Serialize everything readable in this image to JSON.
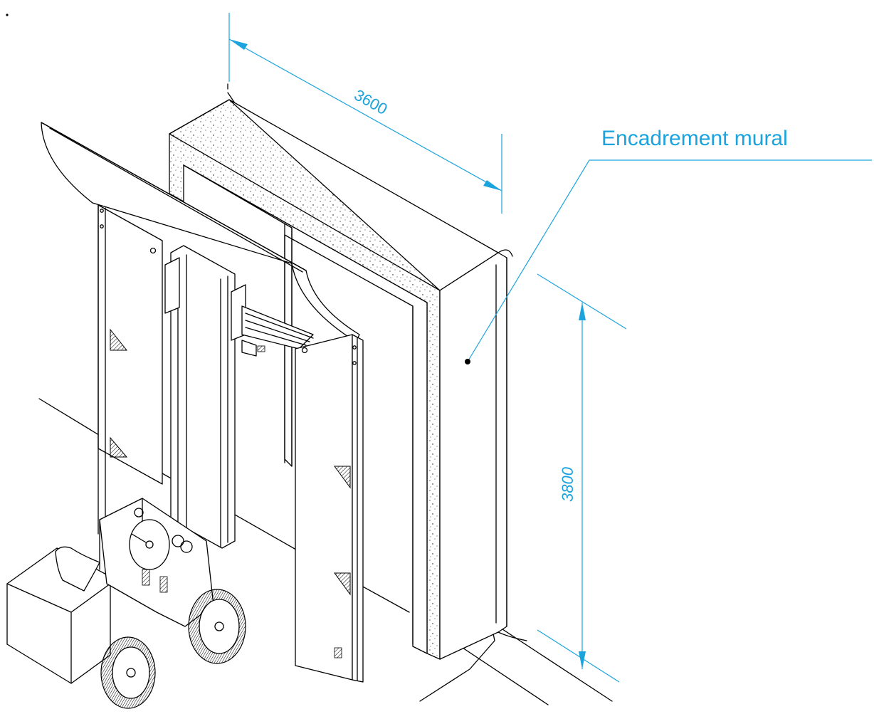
{
  "dimensions": {
    "width_label": "3600",
    "height_label": "3800"
  },
  "callout": {
    "label": "Encadrement mural"
  },
  "colors": {
    "annotation": "#1aa3dc",
    "line": "#000000"
  }
}
